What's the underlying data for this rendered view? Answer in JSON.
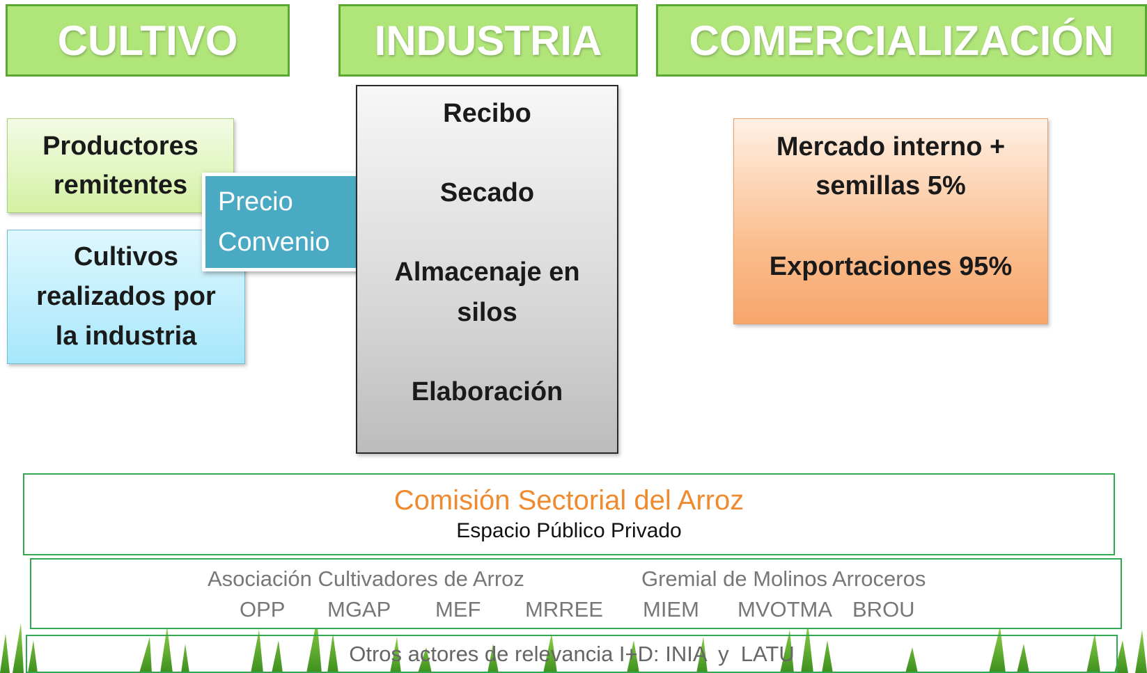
{
  "headers": {
    "cultivo": "CULTIVO",
    "industria": "INDUSTRIA",
    "comercializacion": "COMERCIALIZACIÓN"
  },
  "cultivo": {
    "productores": [
      "Productores",
      "remitentes"
    ],
    "cultivos": [
      "Cultivos",
      "realizados por",
      "la industria"
    ],
    "precio": [
      "Precio",
      "Convenio"
    ]
  },
  "industria": {
    "steps": [
      "Recibo",
      "Secado",
      "Almacenaje en",
      "silos",
      "Elaboración"
    ]
  },
  "comercializacion": {
    "mercado": [
      "Mercado interno +",
      "semillas 5%"
    ],
    "exportaciones": "Exportaciones 95%"
  },
  "comision": {
    "title": "Comisión Sectorial del Arroz",
    "subtitle": "Espacio Público Privado"
  },
  "actores": {
    "asociacion": "Asociación Cultivadores de Arroz",
    "gremial": "Gremial de Molinos Arroceros",
    "entidades": [
      "OPP",
      "MGAP",
      "MEF",
      "MRREE",
      "MIEM",
      "MVOTMA",
      "BROU"
    ]
  },
  "otros": "Otros actores de relevancia I+D: INIA  y  LATU",
  "colors": {
    "header_fill": "#b0e57a",
    "header_border": "#5aa832",
    "precio_fill": "#4aaac3",
    "mercado_fill": "#fbbf90",
    "comision_title": "#ef8a2e",
    "band_border": "#2fa84f"
  }
}
